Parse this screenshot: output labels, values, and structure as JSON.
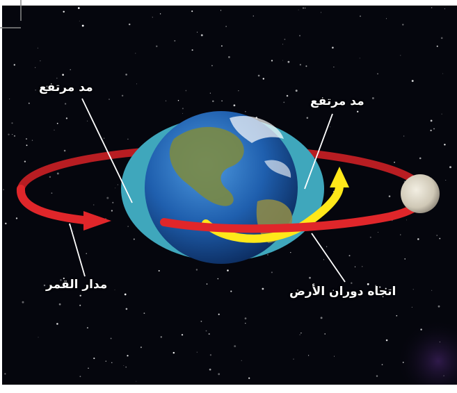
{
  "labels": {
    "high_tide_left": "مد مرتفع",
    "high_tide_right": "مد مرتفع",
    "moon_orbit": "مدار القمر",
    "earth_rotation_direction": "اتجاه دوران الأرض"
  },
  "colors": {
    "space": "#05060d",
    "tidal_bulge": "#3fa7bc",
    "earth_ocean": "#1f5fae",
    "land": "#7a8a45",
    "orbit_ring": "#e0262a",
    "rotation_arrow": "#ffe81a",
    "moon": "#d9d3c4",
    "leader_line": "#ffffff"
  },
  "icons": {
    "earth": "earth-icon",
    "moon": "moon-icon"
  }
}
